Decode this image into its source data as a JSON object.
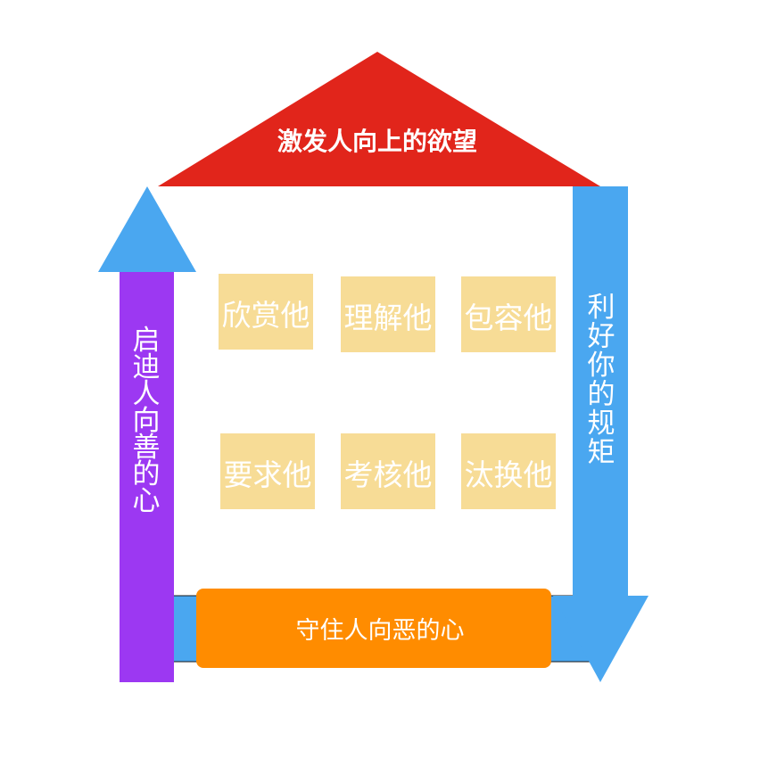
{
  "roof": {
    "text": "激发人向上的欲望",
    "color": "#e1251b"
  },
  "left_arrow": {
    "chars": [
      "启",
      "迪",
      "人",
      "向",
      "善",
      "的",
      "心"
    ],
    "shaft_color": "#9c38f2",
    "head_color": "#4aa7f0"
  },
  "right_arrow": {
    "chars": [
      "利",
      "好",
      "你",
      "的",
      "规",
      "矩"
    ],
    "color": "#4aa7f0"
  },
  "base": {
    "text": "守住人向恶的心",
    "bar_color": "#ff8c00",
    "band_color": "#4aa7f0"
  },
  "grid": {
    "box_color": "#f7dc96",
    "boxes": [
      "欣赏他",
      "理解他",
      "包容他",
      "要求他",
      "考核他",
      "汰换他"
    ]
  }
}
